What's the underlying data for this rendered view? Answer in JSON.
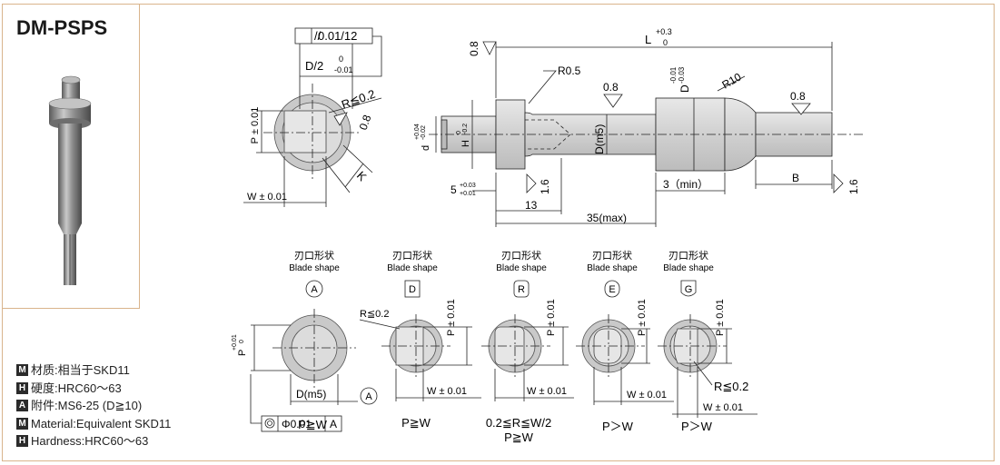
{
  "model": "DM-PSPS",
  "specs": [
    {
      "badge": "M",
      "text": "材质:相当于SKD11"
    },
    {
      "badge": "H",
      "text": "硬度:HRC60～63"
    },
    {
      "badge": "A",
      "text": "附件:MS6-25 (D≧10)"
    },
    {
      "badge": "M",
      "text": "Material:Equivalent SKD11"
    },
    {
      "badge": "H",
      "text": "Hardness:HRC60～63"
    }
  ],
  "end_view": {
    "parallel_symbol": "//",
    "parallel_value": "0.01/12",
    "d_half": "D/2",
    "d_half_upper": "0",
    "d_half_lower": "-0.01",
    "p_tol": "P ± 0.01",
    "r_tol": "R≦0.2",
    "roughness": "0.8",
    "k": "K",
    "w_tol": "W ± 0.01"
  },
  "side_view": {
    "roughness_left": "0.8",
    "l_label": "L",
    "l_upper": "+0.3",
    "l_lower": "0",
    "r05": "R0.5",
    "roughness_mid": "0.8",
    "d_label": "D",
    "d_upper": "-0.01",
    "d_lower": "-0.03",
    "r10": "R10",
    "roughness_right": "0.8",
    "small_d": "d",
    "small_d_upper": "+0.04",
    "small_d_lower": "-0.02",
    "h_label": "H",
    "h_upper": "0",
    "h_lower": "-0.2",
    "dm5": "D(m5)",
    "roughness_16a": "1.6",
    "five": "5",
    "five_upper": "+0.03",
    "five_lower": "+0.01",
    "thirteen": "13",
    "thirty_five": "35(max)",
    "three_min": "3（min）",
    "b_label": "B",
    "roughness_16b": "1.6"
  },
  "blade_shapes": [
    {
      "cn": "刃口形状",
      "en": "Blade shape",
      "code": "A",
      "note1": "P≧W",
      "note2": ""
    },
    {
      "cn": "刃口形状",
      "en": "Blade shape",
      "code": "D",
      "note1": "P≧W",
      "note2": ""
    },
    {
      "cn": "刃口形状",
      "en": "Blade shape",
      "code": "R",
      "note1": "0.2≦R≦W/2",
      "note2": "P≧W"
    },
    {
      "cn": "刃口形状",
      "en": "Blade shape",
      "code": "E",
      "note1": "P＞W",
      "note2": ""
    },
    {
      "cn": "刃口形状",
      "en": "Blade shape",
      "code": "G",
      "note1": "P＞W",
      "note2": ""
    }
  ],
  "blade_dims": {
    "p_tol": "P ± 0.01",
    "w_tol": "W ± 0.01",
    "r_le": "R≦0.2",
    "p_a": "P",
    "p_a_upper": "+0.01",
    "p_a_lower": "0",
    "dm5": "D(m5)",
    "a_ref": "A",
    "concentric_value": "Φ0.01",
    "concentric_ref": "A"
  }
}
